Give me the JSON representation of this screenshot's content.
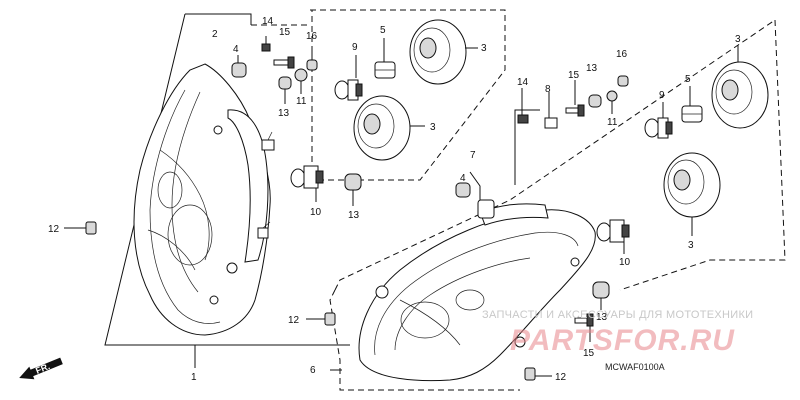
{
  "diagram": {
    "reference_code": "MCWAF0100A",
    "direction_label": "FR.",
    "watermark": {
      "caption": "ЗАПЧАСТИ И АКСЕССУАРЫ ДЛЯ МОТОТЕХНИКИ",
      "brand": "PARTSFOR.RU"
    },
    "callouts": {
      "n1": "1",
      "n2": "2",
      "n3a": "3",
      "n3b": "3",
      "n3c": "3",
      "n3d": "3",
      "n4a": "4",
      "n4b": "4",
      "n5a": "5",
      "n5b": "5",
      "n6": "6",
      "n7": "7",
      "n8": "8",
      "n9a": "9",
      "n9b": "9",
      "n10a": "10",
      "n10b": "10",
      "n11a": "11",
      "n11b": "11",
      "n12a": "12",
      "n12b": "12",
      "n12c": "12",
      "n13a": "13",
      "n13b": "13",
      "n13c": "13",
      "n13d": "13",
      "n14a": "14",
      "n14b": "14",
      "n15a": "15",
      "n15b": "15",
      "n15c": "15",
      "n16a": "16",
      "n16b": "16"
    },
    "colors": {
      "line": "#111111",
      "watermark_gray": "#c8c8c8",
      "watermark_brand": "#e8868c"
    }
  }
}
